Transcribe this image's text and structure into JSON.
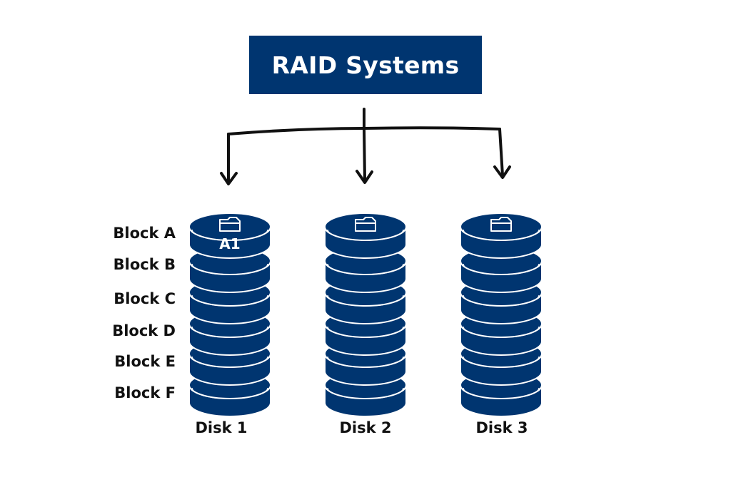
{
  "title": "RAID Systems",
  "colors": {
    "primary": "#003570",
    "outline": "#ffffff",
    "arrow": "#111111"
  },
  "blocks": [
    "Block A",
    "Block B",
    "Block C",
    "Block D",
    "Block E",
    "Block F"
  ],
  "disks": [
    {
      "label": "Disk 1"
    },
    {
      "label": "Disk 2"
    },
    {
      "label": "Disk 3"
    }
  ],
  "chunk_label": "A1",
  "icons": {
    "disk_top": "folder-icon",
    "connector": "arrow-down-icon"
  }
}
